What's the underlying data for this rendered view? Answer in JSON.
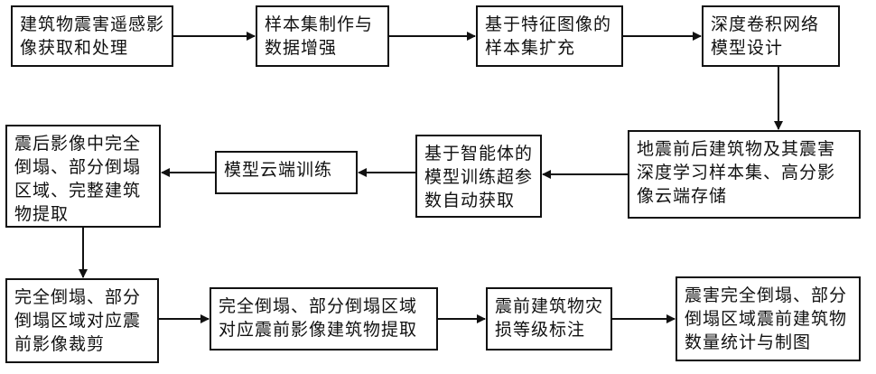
{
  "nodes": [
    {
      "id": "n1",
      "text": "建筑物震害遥感影\n像获取和处理"
    },
    {
      "id": "n2",
      "text": "样本集制作与\n数据增强"
    },
    {
      "id": "n3",
      "text": "基于特征图像的\n样本集扩充"
    },
    {
      "id": "n4",
      "text": "深度卷积网络\n模型设计"
    },
    {
      "id": "n5",
      "text": "地震前后建筑物及其震害\n深度学习样本集、高分影\n像云端存储"
    },
    {
      "id": "n6",
      "text": "基于智能体的\n模型训练超参\n数自动获取"
    },
    {
      "id": "n7",
      "text": "模型云端训练"
    },
    {
      "id": "n8",
      "text": "震后影像中完全\n倒塌、部分倒塌\n区域、完整建筑\n物提取"
    },
    {
      "id": "n9",
      "text": "完全倒塌、部分\n倒塌区域对应震\n前影像裁剪"
    },
    {
      "id": "n10",
      "text": "完全倒塌、部分倒塌区域\n对应震前影像建筑物提取"
    },
    {
      "id": "n11",
      "text": "震前建筑物灾\n损等级标注"
    },
    {
      "id": "n12",
      "text": "震害完全倒塌、部分\n倒塌区域震前建筑物\n数量统计与制图"
    }
  ]
}
